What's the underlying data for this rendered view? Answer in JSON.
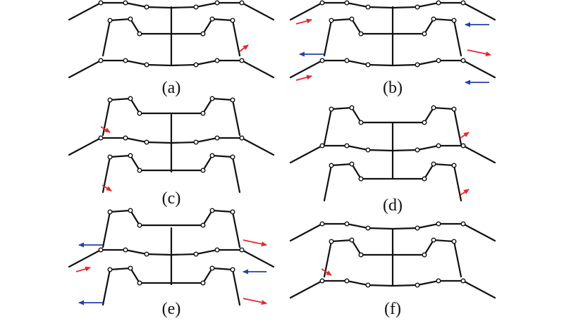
{
  "figure": {
    "panels": [
      {
        "id": "a",
        "label": "(a)"
      },
      {
        "id": "b",
        "label": "(b)"
      },
      {
        "id": "c",
        "label": "(c)"
      },
      {
        "id": "d",
        "label": "(d)"
      },
      {
        "id": "e",
        "label": "(e)"
      },
      {
        "id": "f",
        "label": "(f)"
      }
    ],
    "colors": {
      "line": "#111111",
      "red_arrow": "#e8262a",
      "blue_arrow": "#2340a8",
      "node_fill": "#ffffff"
    }
  }
}
